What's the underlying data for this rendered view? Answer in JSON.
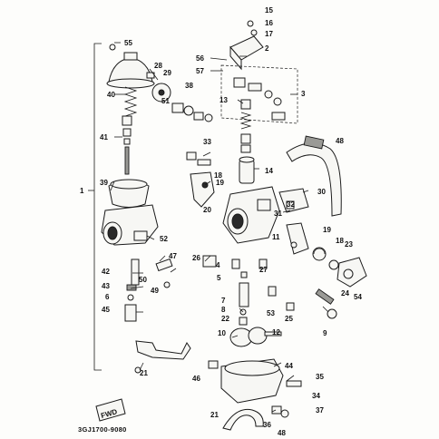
{
  "diagram": {
    "callouts": [
      "55",
      "28",
      "29",
      "51",
      "40",
      "38",
      "41",
      "39",
      "1",
      "52",
      "47",
      "42",
      "43",
      "6",
      "45",
      "50",
      "49",
      "21",
      "15",
      "16",
      "17",
      "2",
      "56",
      "57",
      "13",
      "3",
      "33",
      "14",
      "48",
      "18",
      "19",
      "20",
      "30",
      "32",
      "31",
      "11",
      "26",
      "4",
      "5",
      "27",
      "7",
      "8",
      "22",
      "19",
      "18",
      "23",
      "24",
      "54",
      "53",
      "25",
      "9",
      "10",
      "12",
      "44",
      "46",
      "35",
      "34",
      "37",
      "36",
      "48",
      "21"
    ],
    "part_code": "3GJ1700-9080",
    "front_mark": "FWD"
  }
}
